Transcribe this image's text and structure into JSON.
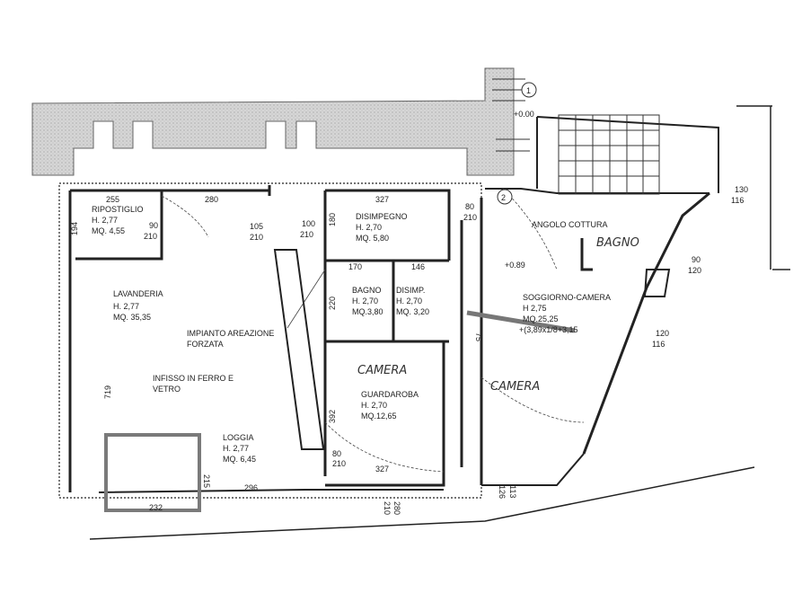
{
  "rooms": {
    "ripostiglio": {
      "name": "RIPOSTIGLIO",
      "h": "H. 2,77",
      "mq": "MQ. 4,55"
    },
    "disimpegno": {
      "name": "DISIMPEGNO",
      "h": "H. 2,70",
      "mq": "MQ. 5,80"
    },
    "lavanderia": {
      "name": "LAVANDERIA",
      "h": "H. 2,77",
      "mq": "MQ. 35,35"
    },
    "bagno": {
      "name": "BAGNO",
      "h": "H. 2,70",
      "mq": "MQ.3,80"
    },
    "disimp": {
      "name": "DISIMP.",
      "h": "H. 2,70",
      "mq": "MQ. 3,20"
    },
    "guardaroba": {
      "name": "GUARDAROBA",
      "h": "H. 2,70",
      "mq": "MQ.12,65"
    },
    "loggia": {
      "name": "LOGGIA",
      "h": "H. 2,77",
      "mq": "MQ. 6,45"
    },
    "soggiorno": {
      "name": "SOGGIORNO-CAMERA",
      "h": "H 2,75",
      "mq": "MQ.25,25",
      "extra": "+(3,89x1/8+3,15"
    },
    "angolo_cottura": {
      "name": "ANGOLO COTTURA"
    }
  },
  "notes": {
    "impianto_1": "IMPIANTO AREAZIONE",
    "impianto_2": "FORZATA",
    "infisso_1": "INFISSO IN FERRO E",
    "infisso_2": "VETRO"
  },
  "handwritten": {
    "camera_1": "CAMERA",
    "camera_2": "CAMERA",
    "bagno": "BAGNO"
  },
  "levels": {
    "l1": "+0.00",
    "l2": "+0.89"
  },
  "markers": {
    "m1": "1",
    "m2": "2"
  },
  "dimensions": {
    "d255": "255",
    "d280a": "280",
    "d327a": "327",
    "d194": "194",
    "d90a": "90",
    "d210a": "210",
    "d105": "105",
    "d210b": "210",
    "d100": "100",
    "d210c": "210",
    "d180": "180",
    "d80a": "80",
    "d210d": "210",
    "d170": "170",
    "d146": "146",
    "d220": "220",
    "d719": "719",
    "d392": "392",
    "d80b": "80",
    "d210e": "210",
    "d327b": "327",
    "d215": "215",
    "d296": "296",
    "d232": "232",
    "d280b": "280",
    "d210f": "210",
    "d113": "113",
    "d126": "126",
    "d75": "75",
    "d130": "130",
    "d116a": "116",
    "d90b": "90",
    "d120a": "120",
    "d120b": "120",
    "d116b": "116"
  }
}
